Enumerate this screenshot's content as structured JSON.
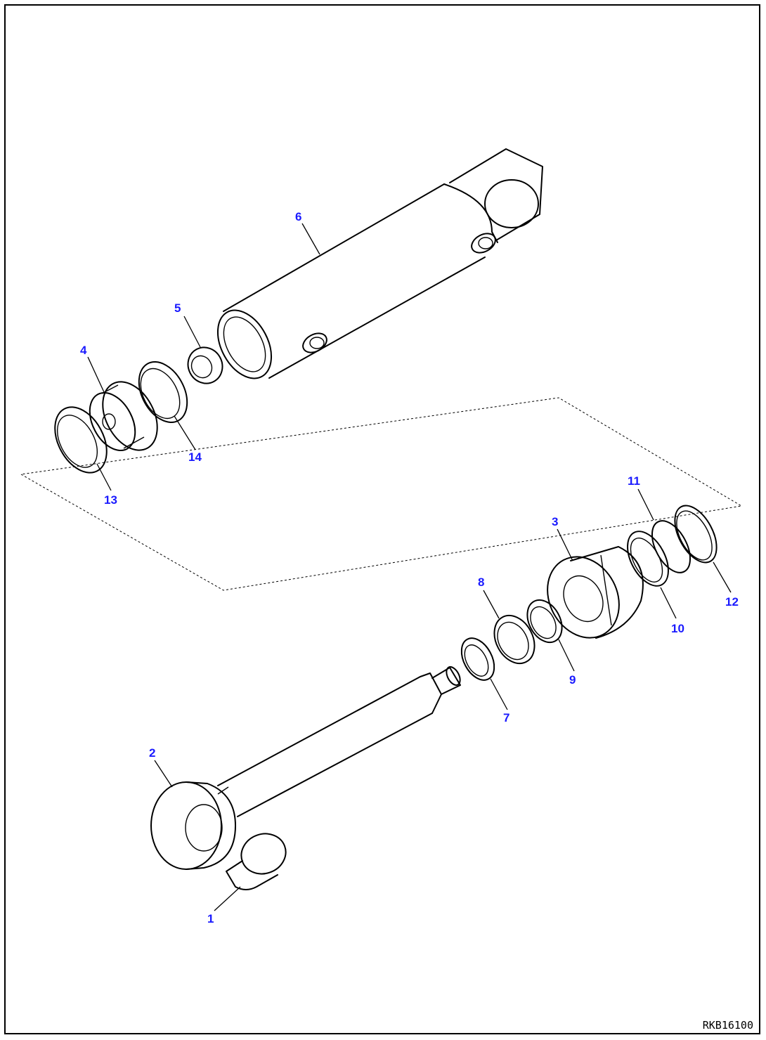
{
  "drawing_code": "RKB16100",
  "callouts": {
    "p1": "1",
    "p2": "2",
    "p3": "3",
    "p4": "4",
    "p5": "5",
    "p6": "6",
    "p7": "7",
    "p8": "8",
    "p9": "9",
    "p10": "10",
    "p11": "11",
    "p12": "12",
    "p13": "13",
    "p14": "14"
  },
  "colors": {
    "callout": "#1a1aff",
    "line": "#000000",
    "background": "#ffffff"
  }
}
